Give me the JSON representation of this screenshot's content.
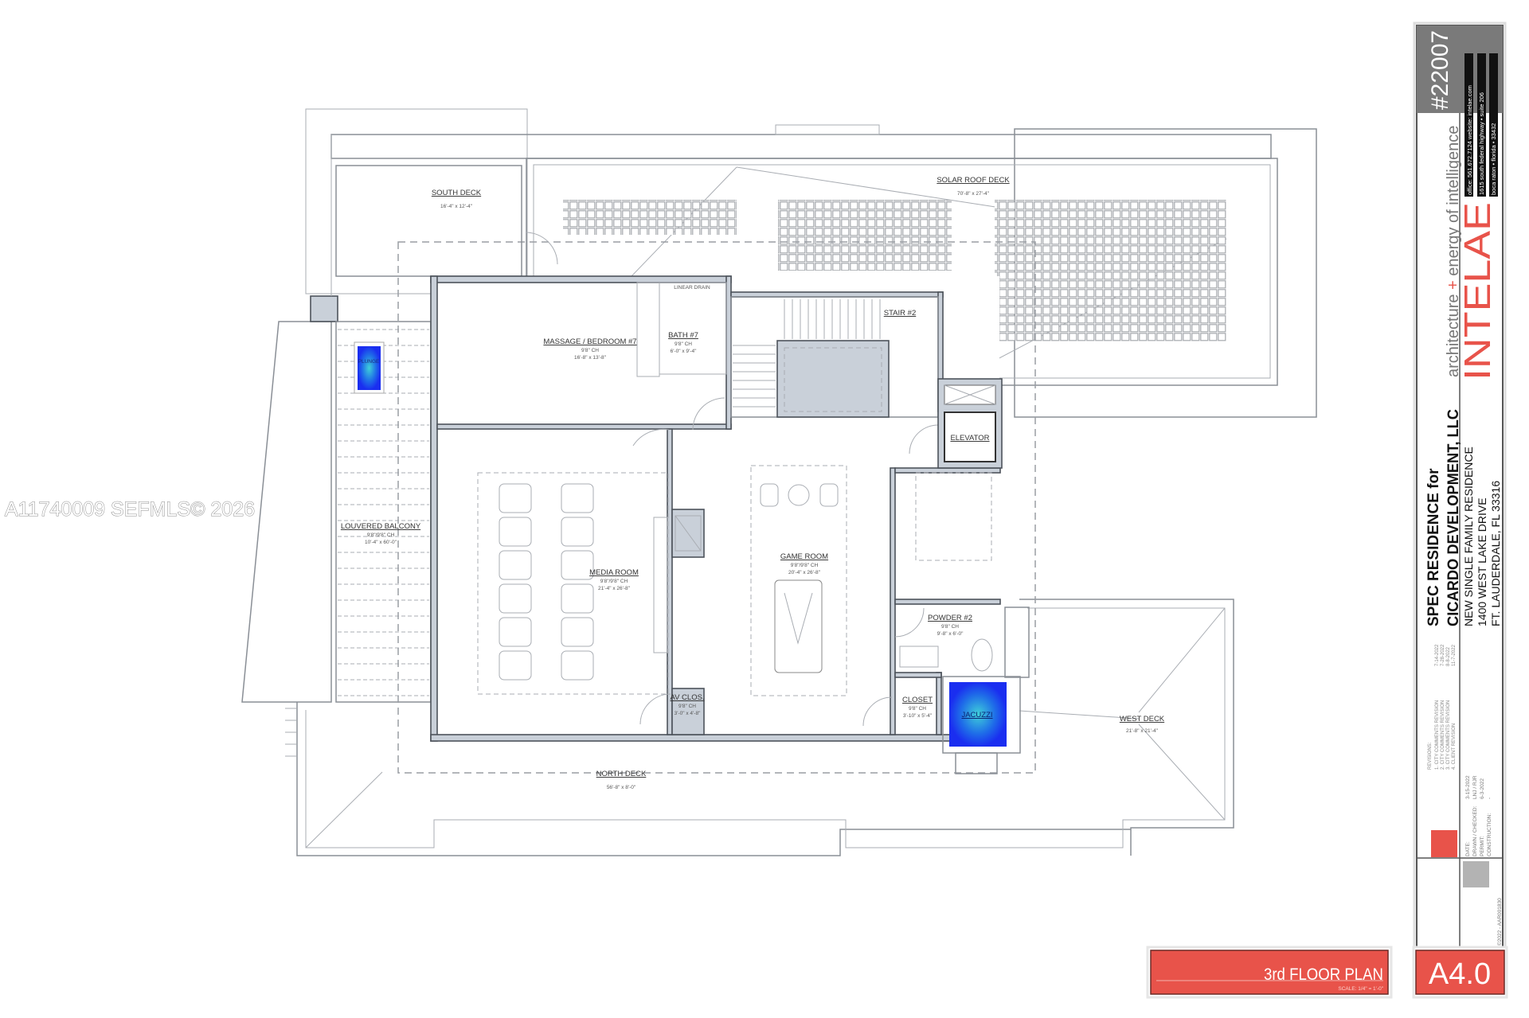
{
  "watermark": "A11740009  SEFMLS© 2026",
  "plan": {
    "rooms": {
      "south_deck": {
        "name": "SOUTH DECK",
        "dims": "16'-4\" x 12'-4\""
      },
      "solar_roof_deck": {
        "name": "SOLAR ROOF DECK",
        "dims": "70'-8\" x 27'-4\""
      },
      "massage": {
        "name": "MASSAGE / BEDROOM #7",
        "ch": "9'8\" CH",
        "dims": "16'-8\" x 13'-8\""
      },
      "bath7": {
        "name": "BATH #7",
        "ch": "9'8\" CH",
        "dims": "6'-0\" x 9'-4\""
      },
      "linear_drain": {
        "name": "LINEAR DRAIN"
      },
      "stair2": {
        "name": "STAIR #2"
      },
      "elevator": {
        "name": "ELEVATOR"
      },
      "plunge": {
        "name": "PLUNGE"
      },
      "louvered_balcony": {
        "name": "LOUVERED BALCONY",
        "ch": "9'8\"/9'8\" CH",
        "dims": "10'-4\" x 60'-0\""
      },
      "media_room": {
        "name": "MEDIA ROOM",
        "ch": "9'8\"/9'8\" CH",
        "dims": "21'-4\" x 26'-8\""
      },
      "game_room": {
        "name": "GAME ROOM",
        "ch": "9'8\"/9'8\" CH",
        "dims": "20'-4\" x 26'-8\""
      },
      "av_closet": {
        "name": "AV CLOS.",
        "ch": "9'8\" CH",
        "dims": "3'-0\" x 4'-8\""
      },
      "powder2": {
        "name": "POWDER #2",
        "ch": "9'8\" CH",
        "dims": "9'-8\" x 6'-0\""
      },
      "closet": {
        "name": "CLOSET",
        "ch": "9'8\" CH",
        "dims": "3'-10\" x 5'-4\""
      },
      "jacuzzi": {
        "name": "JACUZZI"
      },
      "west_deck": {
        "name": "WEST DECK",
        "dims": "21'-8\" x 21'-4\""
      },
      "north_deck": {
        "name": "NORTH DECK",
        "dims": "56'-8\" x 8'-0\""
      }
    },
    "colors": {
      "wall": "#c9d0d9",
      "water": "#1a3cf0",
      "water_center": "#3fd0d8"
    }
  },
  "title_block": {
    "project_number": "#22007",
    "tagline_pre": "architecture ",
    "tagline_plus": "+",
    "tagline_post": " energy of intelligence",
    "firm": "INTELAE",
    "contact": [
      "office: 561.672.7124     website: intelae.com",
      "1615 south federal highway  •  suite 206",
      "boca raton  •  florida  •  33432"
    ],
    "project_title_1": "SPEC RESIDENCE for",
    "project_title_2": "CICARDO DEVELOPMENT, LLC",
    "project_line_1": "NEW SINGLE FAMILY RESIDENCE",
    "project_line_2": "1400 WEST LAKE DRIVE",
    "project_line_3": "FT. LAUDERDALE, FL 33316",
    "revisions_label": "REVISIONS:",
    "revisions": [
      {
        "label": "1. CITY COMMENTS REVISION",
        "date": "7-14-2022"
      },
      {
        "label": "2. CITY COMMENTS REVISION",
        "date": "7-28-2022"
      },
      {
        "label": "3. CITY COMMENTS REVISION",
        "date": "8-8-2022"
      },
      {
        "label": "4. CLIENT REVISION",
        "date": "11-7-2022"
      }
    ],
    "info": [
      {
        "label": "DATE:",
        "value": "3-15-2022"
      },
      {
        "label": "DRAWN / CHECKED:",
        "value": "LNJ / RJR"
      },
      {
        "label": "PERMIT:",
        "value": "6-3-2022"
      },
      {
        "label": "CONSTRUCTION:",
        "value": "-"
      }
    ],
    "copyright": "©2022 - AAR001830",
    "accent": "#e8534a",
    "header_gray": "#7a7a7a"
  },
  "sheet": {
    "title": "3rd FLOOR PLAN",
    "scale": "SCALE: 1/4\" = 1'-0\"",
    "number": "A4.0"
  }
}
